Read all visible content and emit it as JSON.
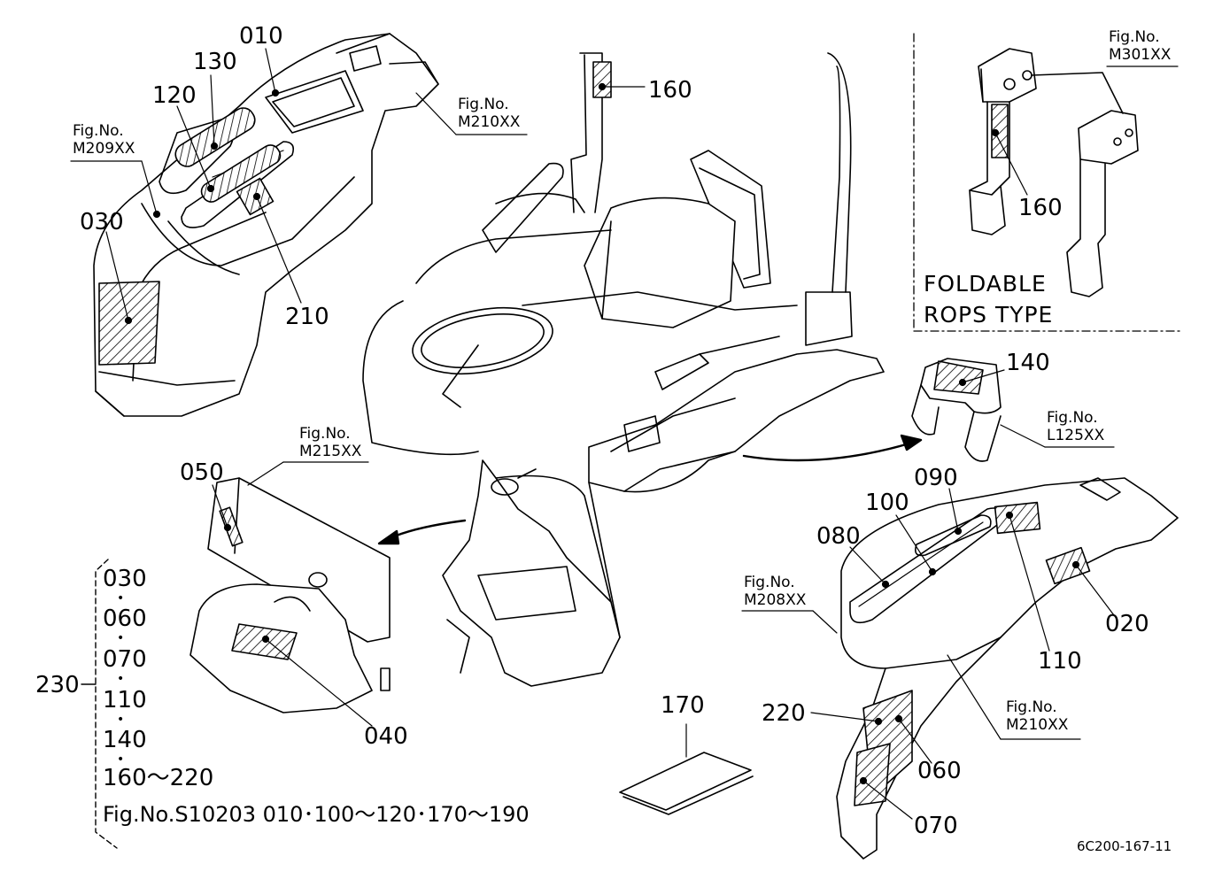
{
  "labels": {
    "p010": "010",
    "p130": "130",
    "p120": "120",
    "p030": "030",
    "p210": "210",
    "p160a": "160",
    "p160b": "160",
    "p140": "140",
    "p050": "050",
    "p040": "040",
    "p090": "090",
    "p100": "100",
    "p080": "080",
    "p020": "020",
    "p110": "110",
    "p170": "170",
    "p220": "220",
    "p060": "060",
    "p070": "070",
    "p230": "230"
  },
  "figs": {
    "m209": {
      "prefix": "Fig.No.",
      "code": "M209XX"
    },
    "m210a": {
      "prefix": "Fig.No.",
      "code": "M210XX"
    },
    "m301": {
      "prefix": "Fig.No.",
      "code": "M301XX"
    },
    "l125": {
      "prefix": "Fig.No.",
      "code": "L125XX"
    },
    "m215": {
      "prefix": "Fig.No.",
      "code": "M215XX"
    },
    "m208": {
      "prefix": "Fig.No.",
      "code": "M208XX"
    },
    "m210b": {
      "prefix": "Fig.No.",
      "code": "M210XX"
    }
  },
  "rops": {
    "line1": "FOLDABLE",
    "line2": "ROPS TYPE"
  },
  "list230": {
    "items": [
      "030",
      "060",
      "070",
      "110",
      "140",
      "160～220"
    ],
    "ref": "Fig.No.S10203  010･100～120･170～190"
  },
  "drawing_id": "6C200-167-11"
}
